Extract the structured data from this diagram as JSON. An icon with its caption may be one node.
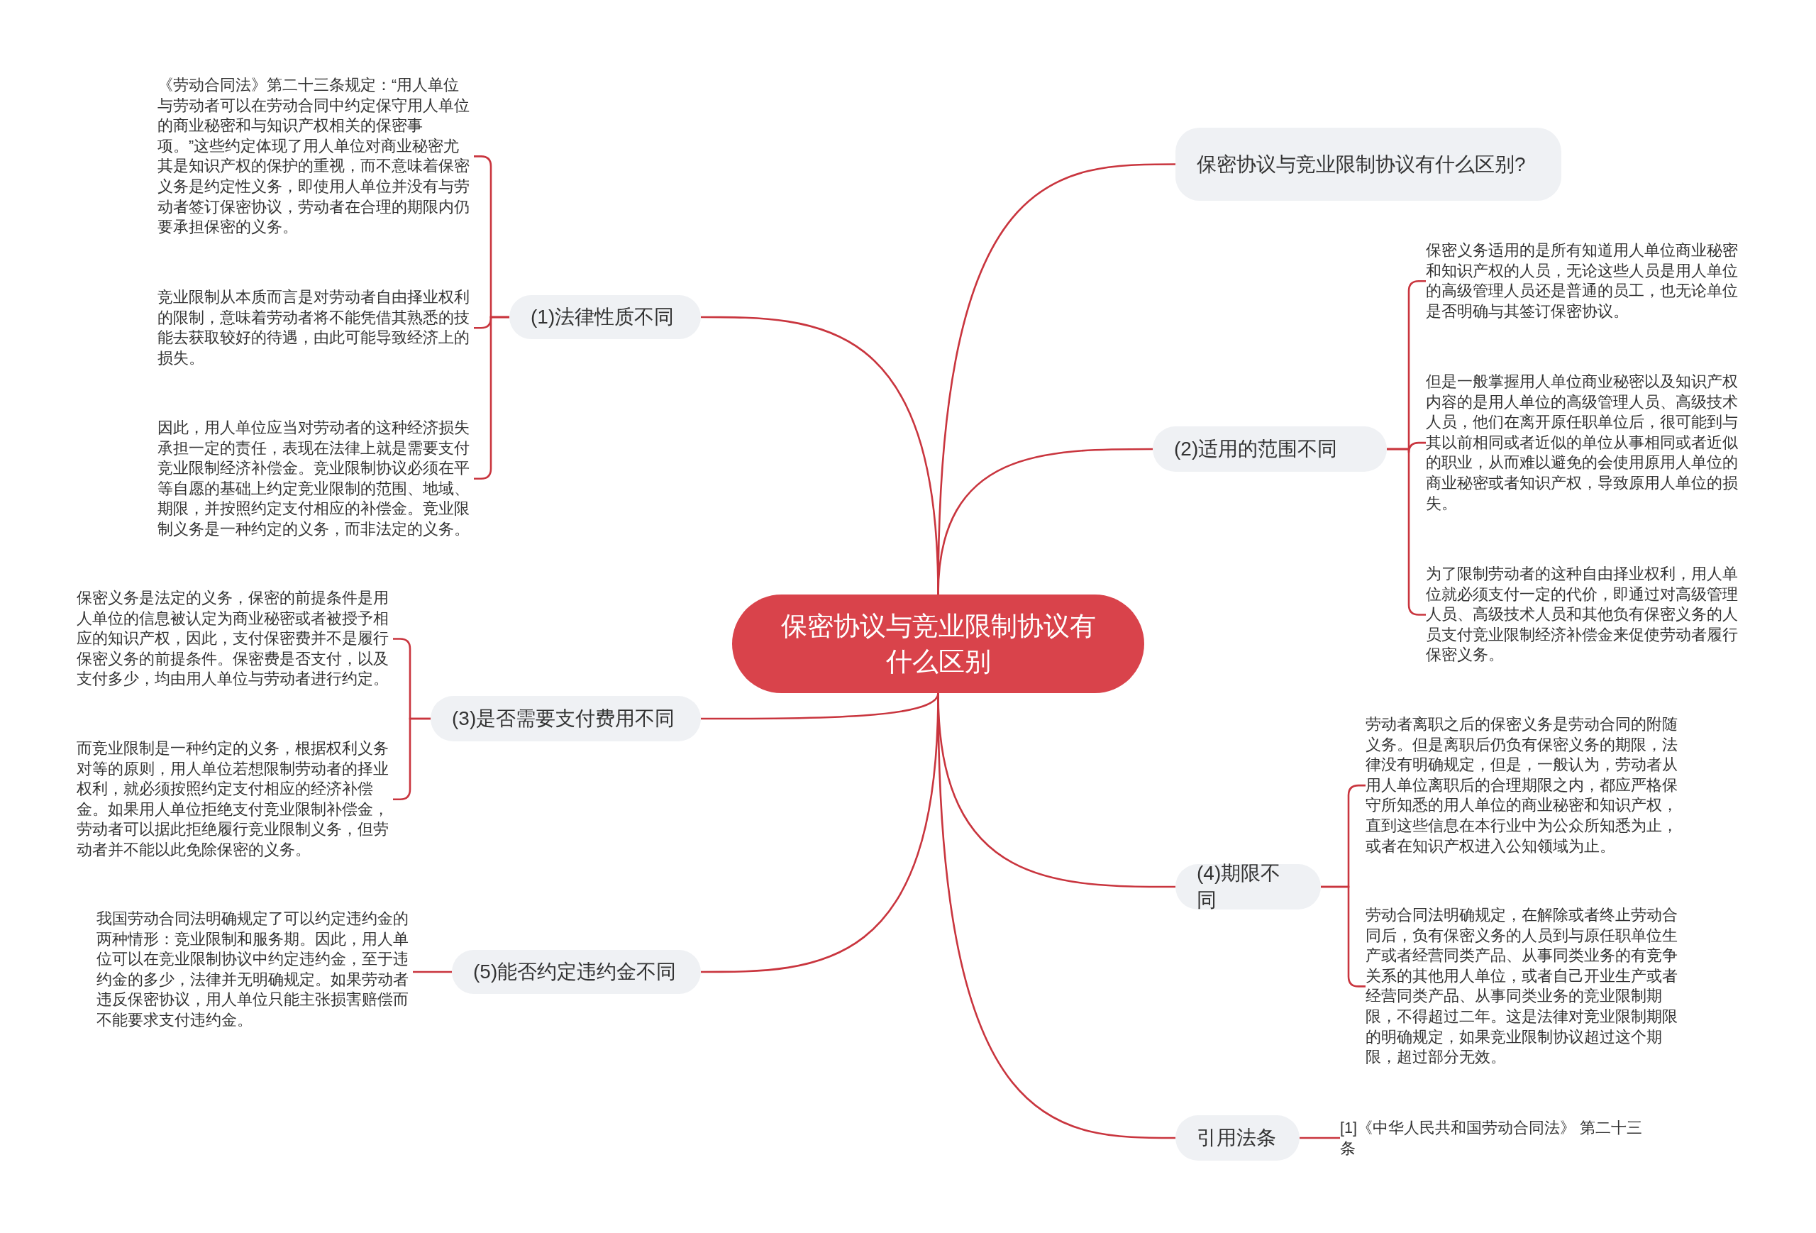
{
  "diagram": {
    "nodes": [
      {
        "text": [
          "保密协议与竞业限制协议有什么区别"
        ]
      },
      {
        "text": [
          "保密协议与竞业限制协议有什么区别?"
        ]
      },
      {
        "text": [
          "(1)法律性质不同"
        ]
      },
      {
        "text": [
          "《劳动合同法》第二十三条规定：“用人单位与劳动者可以在劳动合同中约定保守用人单位的商业秘密和与知识产权相关的保密事项。”这些约定体现了用人单位对商业秘密尤其是知识产权的保护的重视，而不意味着保密义务是约定性义务，即使用人单位并没有与劳动者签订保密协议，劳动者在合理的期限内仍要承担保密的义务。"
        ]
      },
      {
        "text": [
          "竞业限制从本质而言是对劳动者自由择业权利的限制，意味着劳动者将不能凭借其熟悉的技能去获取较好的待遇，由此可能导致经济上的损失。"
        ]
      },
      {
        "text": [
          "因此，用人单位应当对劳动者的这种经济损失承担一定的责任，表现在法律上就是需要支付竞业限制经济补偿金。竞业限制协议必须在平等自愿的基础上约定竞业限制的范围、地域、期限，并按照约定支付相应的补偿金。竞业限制义务是一种约定的义务，而非法定的义务。"
        ]
      },
      {
        "text": [
          "(2)适用的范围不同"
        ]
      },
      {
        "text": [
          "保密义务适用的是所有知道用人单位商业秘密和知识产权的人员，无论这些人员是用人单位的高级管理人员还是普通的员工，也无论单位是否明确与其签订保密协议。"
        ]
      },
      {
        "text": [
          "但是一般掌握用人单位商业秘密以及知识产权内容的是用人单位的高级管理人员、高级技术人员，他们在离开原任职单位后，很可能到与其以前相同或者近似的单位从事相同或者近似的职业，从而难以避免的会使用原用人单位的商业秘密或者知识产权，导致原用人单位的损失。"
        ]
      },
      {
        "text": [
          "为了限制劳动者的这种自由择业权利，用人单位就必须支付一定的代价，即通过对高级管理人员、高级技术人员和其他负有保密义务的人员支付竞业限制经济补偿金来促使劳动者履行保密义务。"
        ]
      },
      {
        "text": [
          "(3)是否需要支付费用不同"
        ]
      },
      {
        "text": [
          "保密义务是法定的义务，保密的前提条件是用人单位的信息被认定为商业秘密或者被授予相应的知识产权，因此，支付保密费并不是履行保密义务的前提条件。保密费是否支付，以及支付多少，均由用人单位与劳动者进行约定。"
        ]
      },
      {
        "text": [
          "而竞业限制是一种约定的义务，根据权利义务对等的原则，用人单位若想限制劳动者的择业权利，就必须按照约定支付相应的经济补偿金。如果用人单位拒绝支付竞业限制补偿金，劳动者可以据此拒绝履行竞业限制义务，但劳动者并不能以此免除保密的义务。"
        ]
      },
      {
        "text": [
          "(4)期限不同"
        ]
      },
      {
        "text": [
          "劳动者离职之后的保密义务是劳动合同的附随义务。但是离职后仍负有保密义务的期限，法律没有明确规定，但是，一般认为，劳动者从用人单位离职后的合理期限之内，都应严格保守所知悉的用人单位的商业秘密和知识产权，直到这些信息在本行业中为公众所知悉为止，或者在知识产权进入公知领域为止。"
        ]
      },
      {
        "text": [
          "劳动合同法明确规定，在解除或者终止劳动合同后，负有保密义务的人员到与原任职单位生产或者经营同类产品、从事同类业务的有竞争关系的其他用人单位，或者自己开业生产或者经营同类产品、从事同类业务的竞业限制期限，不得超过二年。这是法律对竞业限制期限的明确规定，如果竞业限制协议超过这个期限，超过部分无效。"
        ]
      },
      {
        "text": [
          "(5)能否约定违约金不同"
        ]
      },
      {
        "text": [
          "我国劳动合同法明确规定了可以约定违约金的两种情形：竞业限制和服务期。因此，用人单位可以在竞业限制协议中约定违约金，至于违约金的多少，法律并无明确规定。如果劳动者违反保密协议，用人单位只能主张损害赔偿而不能要求支付违约金。"
        ]
      },
      {
        "text": [
          "引用法条"
        ]
      },
      {
        "text": [
          "[1]《中华人民共和国劳动合同法》 第二十三条"
        ]
      }
    ],
    "edges": [
      {
        "from": 0,
        "to": 1,
        "arrow": "none"
      },
      {
        "from": 0,
        "to": 2,
        "arrow": "none"
      },
      {
        "from": 0,
        "to": 6,
        "arrow": "none"
      },
      {
        "from": 0,
        "to": 10,
        "arrow": "none"
      },
      {
        "from": 0,
        "to": 13,
        "arrow": "none"
      },
      {
        "from": 0,
        "to": 16,
        "arrow": "none"
      },
      {
        "from": 0,
        "to": 18,
        "arrow": "none"
      },
      {
        "from": 2,
        "to": 3,
        "arrow": "none"
      },
      {
        "from": 2,
        "to": 4,
        "arrow": "none"
      },
      {
        "from": 2,
        "to": 5,
        "arrow": "none"
      },
      {
        "from": 6,
        "to": 7,
        "arrow": "none"
      },
      {
        "from": 6,
        "to": 8,
        "arrow": "none"
      },
      {
        "from": 6,
        "to": 9,
        "arrow": "none"
      },
      {
        "from": 10,
        "to": 11,
        "arrow": "none"
      },
      {
        "from": 10,
        "to": 12,
        "arrow": "none"
      },
      {
        "from": 13,
        "to": 14,
        "arrow": "none"
      },
      {
        "from": 13,
        "to": 15,
        "arrow": "none"
      },
      {
        "from": 16,
        "to": 17,
        "arrow": "none"
      },
      {
        "from": 18,
        "to": 19,
        "arrow": "none"
      }
    ]
  }
}
